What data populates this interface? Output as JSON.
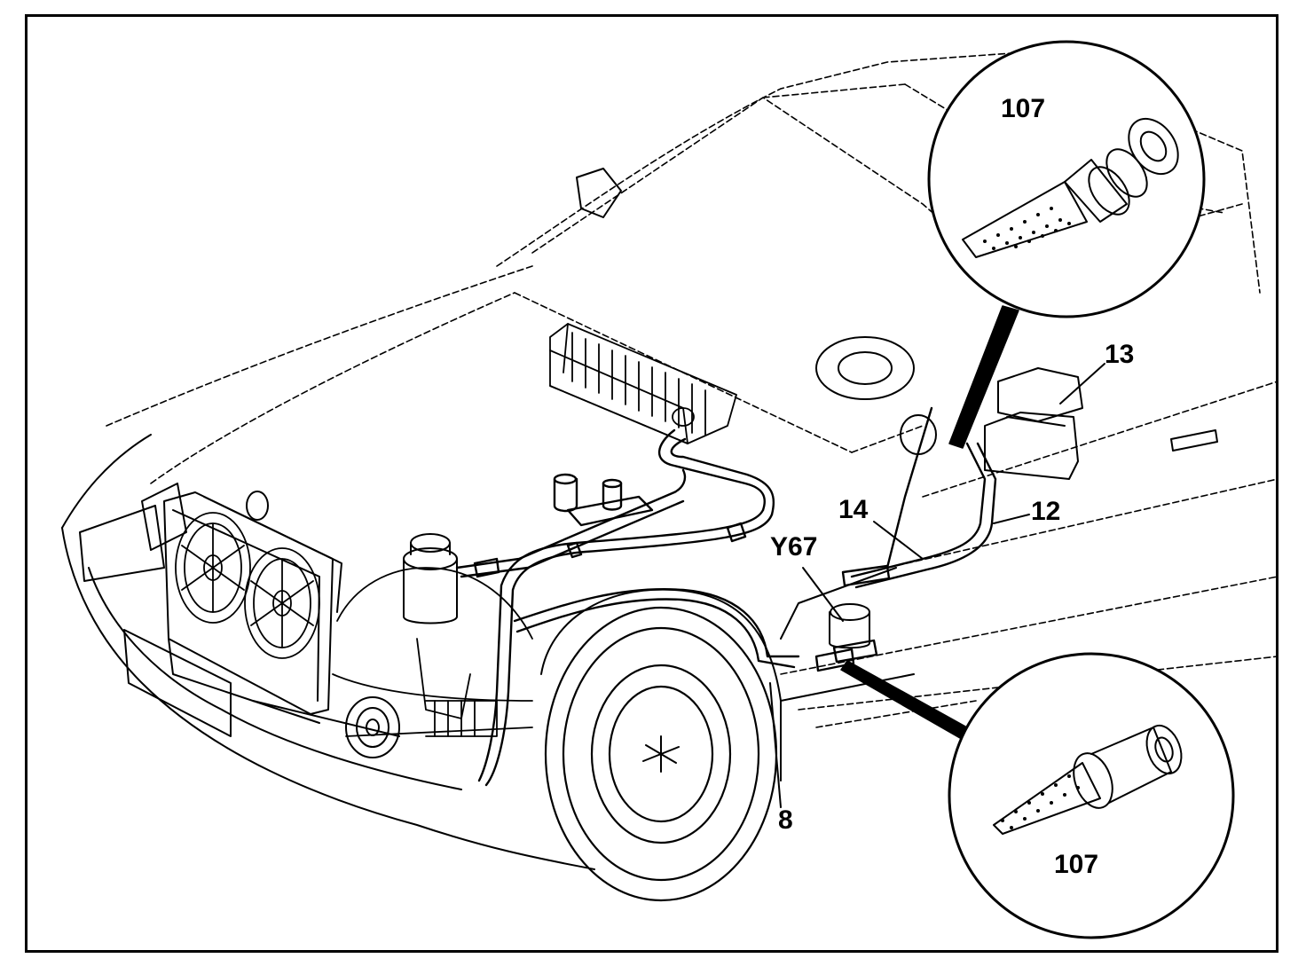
{
  "callouts": {
    "c107_top": "107",
    "c13": "13",
    "c14": "14",
    "c12": "12",
    "cY67": "Y67",
    "c8": "8",
    "c107_bottom": "107"
  },
  "colors": {
    "ink": "#000000",
    "paper": "#ffffff"
  }
}
